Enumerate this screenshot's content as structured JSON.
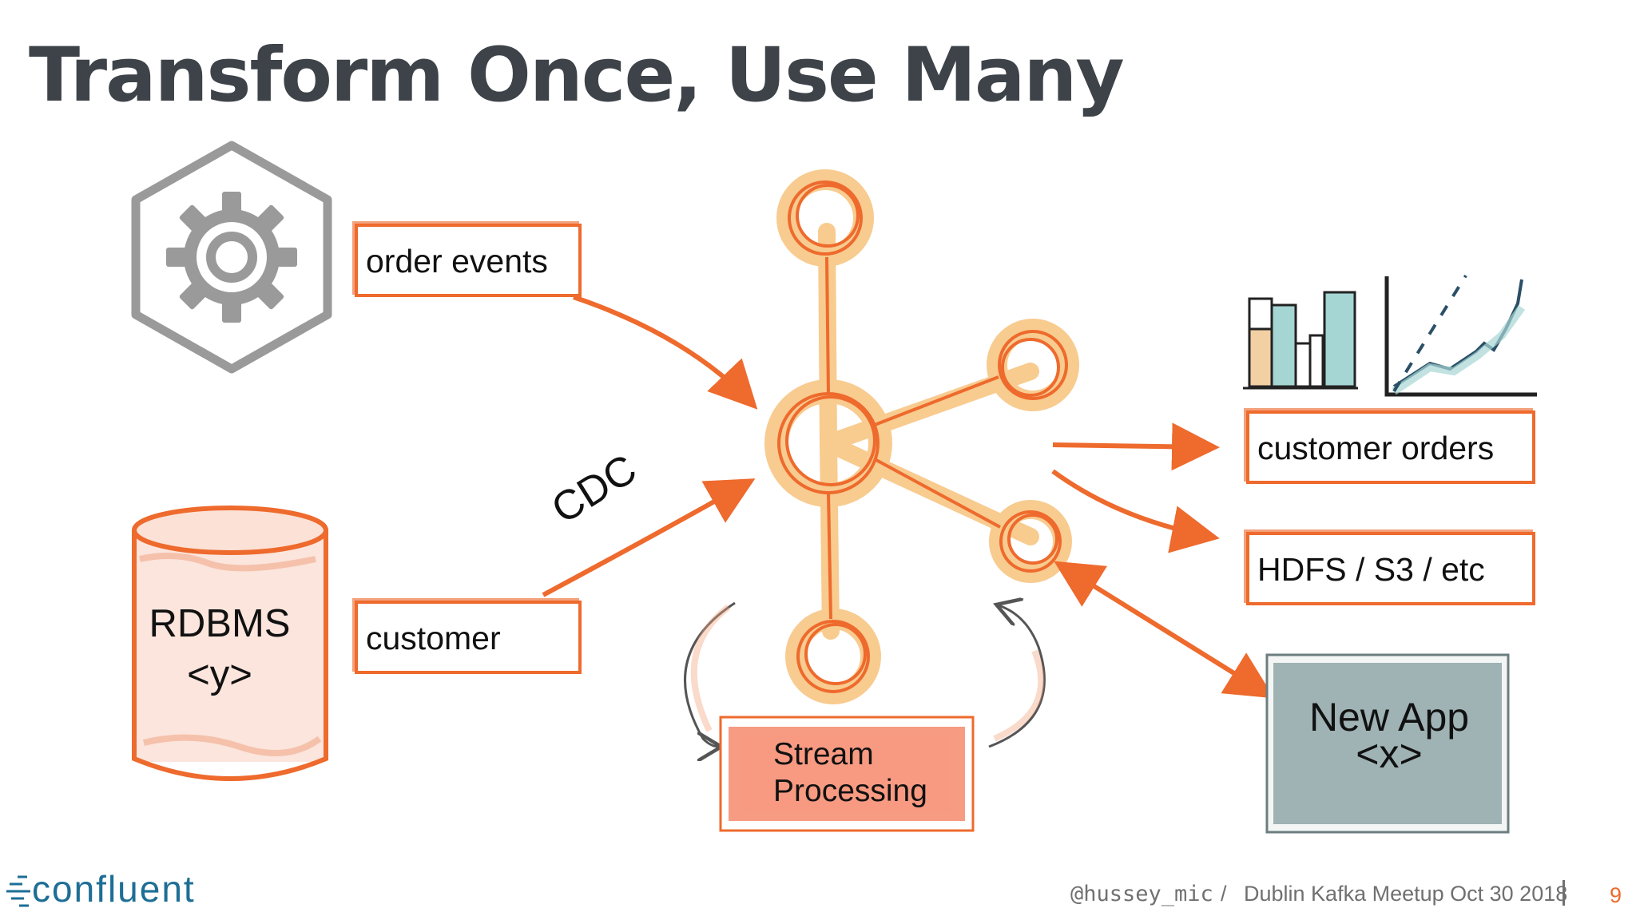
{
  "slide": {
    "title": "Transform Once, Use Many",
    "sources": {
      "order_events_label": "order events",
      "customer_label": "customer",
      "db_name": "RDBMS",
      "db_placeholder": "<y>",
      "cdc_label": "CDC"
    },
    "sinks": {
      "customer_orders_label": "customer orders",
      "hdfs_label": "HDFS / S3 / etc"
    },
    "stream_processing": {
      "line1": "Stream",
      "line2": "Processing"
    },
    "new_app": {
      "line1": "New App",
      "line2": "<x>"
    },
    "colors": {
      "accent": "#ee6a2d",
      "hub_glow": "#f7c27c",
      "title": "#3d4349",
      "gear": "#9a9a9a",
      "app_fill": "#8fa6a8",
      "logo": "#1e6e95"
    }
  },
  "footer": {
    "logo_text": "confluent",
    "handle": "@hussey_mic",
    "separator": "/",
    "event": "Dublin Kafka Meetup Oct 30 2018",
    "page_number": "9"
  }
}
